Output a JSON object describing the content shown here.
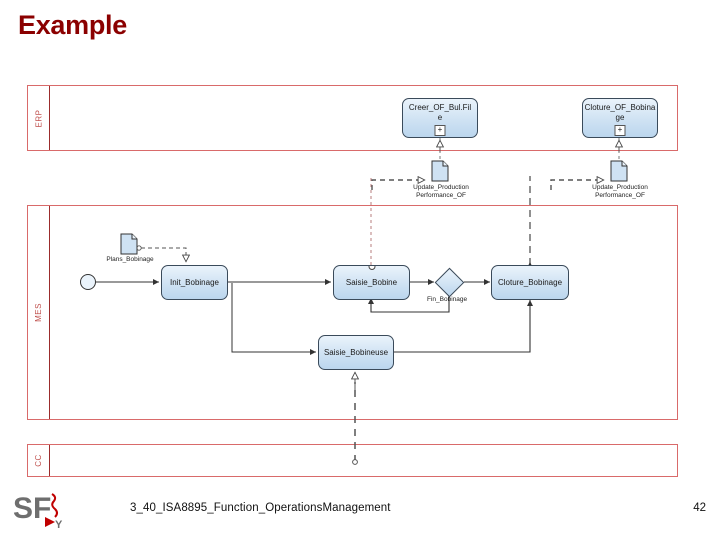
{
  "slide": {
    "title": "Example",
    "title_color": "#8B0000"
  },
  "diagram": {
    "type": "bpmn-swimlane",
    "lanes": [
      {
        "id": "erp",
        "label": "ERP"
      },
      {
        "id": "mes",
        "label": "MES"
      },
      {
        "id": "cc",
        "label": "CC"
      }
    ],
    "lane_border_color": "#D96A6A",
    "task_fill_color": "#CFE2F3",
    "task_border_color": "#3A4A5A",
    "erp": {
      "subprocesses": [
        {
          "id": "creer-of",
          "label": "Creer_OF_Bul.Fil\ne",
          "marker": "+"
        },
        {
          "id": "cloture-of",
          "label": "Cloture_OF_Bobina\nge",
          "marker": "+"
        }
      ],
      "data_objects": [
        {
          "id": "update-prod-perf-1",
          "label": "Update_Production\nPerformance_OF"
        },
        {
          "id": "update-prod-perf-2",
          "label": "Update_Production\nPerformance_OF"
        }
      ]
    },
    "mes": {
      "start_event": {
        "id": "start",
        "label": ""
      },
      "data_objects": [
        {
          "id": "plans-bobinage",
          "label": "Plans_Bobinage"
        }
      ],
      "tasks": [
        {
          "id": "init-bobinage",
          "label": "Init_Bobinage"
        },
        {
          "id": "saisie-bobine",
          "label": "Saisie_Bobine"
        },
        {
          "id": "cloture-bobinage",
          "label": "Cloture_Bobinage"
        },
        {
          "id": "saisie-bobineuse",
          "label": "Saisie_Bobineuse"
        }
      ],
      "gateways": [
        {
          "id": "fin-bobinage",
          "label": "Fin_Bobinage"
        }
      ]
    },
    "cc": {
      "tasks": [],
      "data_objects": []
    }
  },
  "footer": {
    "document_name": "3_40_ISA8895_Function_OperationsManagement",
    "page_number": "42",
    "logo_text": "SF",
    "logo_accent": "#C00000"
  }
}
